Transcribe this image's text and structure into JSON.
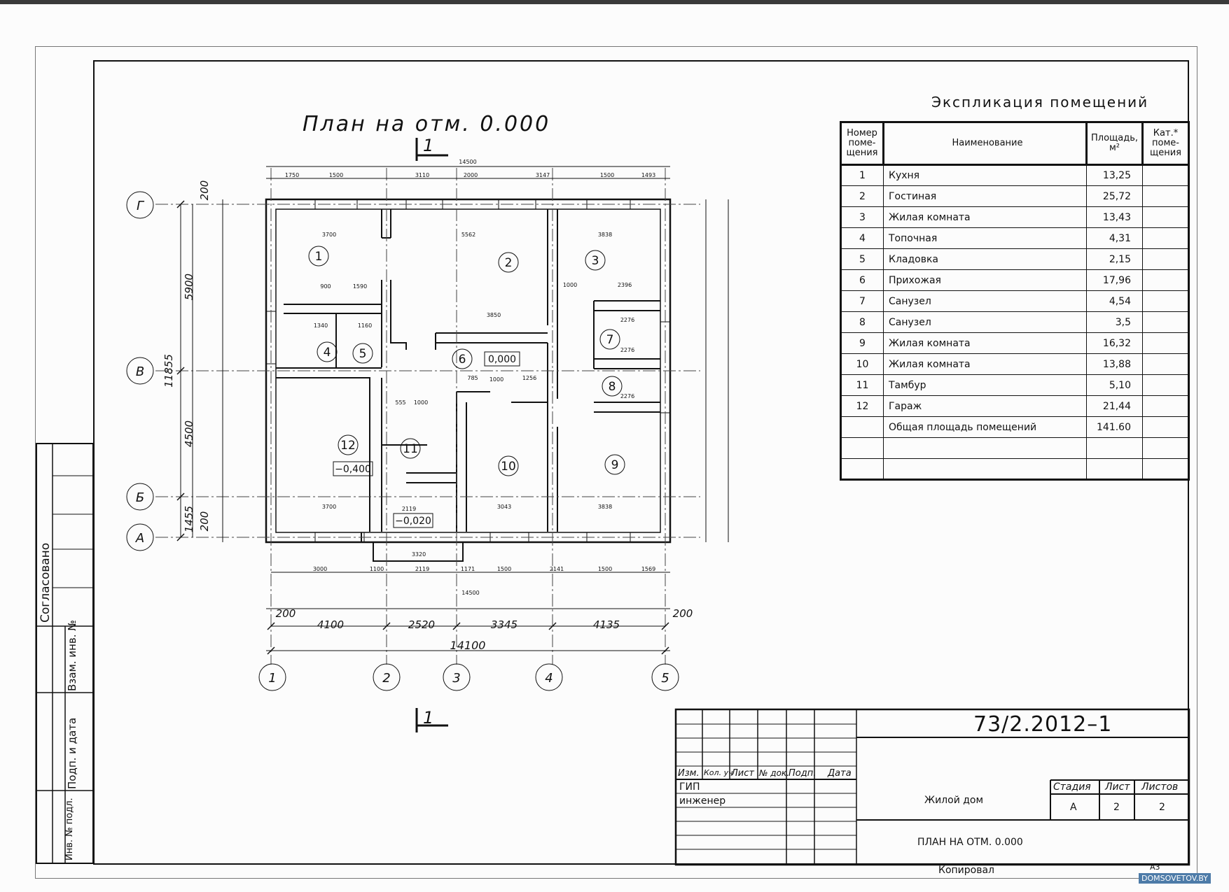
{
  "plan": {
    "title": "План на отм. 0.000",
    "section_mark": "1",
    "overall_dims": {
      "top": "14500",
      "bottom_outer": "14500",
      "axis_total": "14100"
    },
    "axis_spans": {
      "offset_left": "200",
      "a12": "4100",
      "a23": "2520",
      "a34": "3345",
      "a45": "4135",
      "offset_right": "200"
    },
    "vertical_dims": {
      "top_offset": "200",
      "gv": "5900",
      "vb": "4500",
      "ba": "1455",
      "bottom_offset": "200",
      "total": "11855"
    },
    "axes_x": [
      "1",
      "2",
      "3",
      "4",
      "5"
    ],
    "axes_y": [
      "Г",
      "В",
      "Б",
      "А"
    ],
    "level_marks": [
      "0,000",
      "−0,400",
      "−0,020"
    ],
    "top_chain": [
      "1750",
      "1500",
      "3110",
      "2000",
      "3147",
      "1500",
      "1493"
    ],
    "bottom_chain": [
      "3000",
      "1100",
      "2119",
      "1171",
      "1500",
      "2141",
      "1500",
      "1569"
    ],
    "interior_dims": [
      "3700",
      "5562",
      "3838",
      "3850",
      "3700",
      "3043",
      "3838",
      "2396",
      "2276",
      "2276",
      "2276",
      "1000",
      "1000",
      "1590",
      "900",
      "1340",
      "1160",
      "555",
      "1000",
      "3320",
      "2119",
      "785",
      "1256"
    ],
    "rooms": [
      "1",
      "2",
      "3",
      "4",
      "5",
      "6",
      "7",
      "8",
      "9",
      "10",
      "11",
      "12"
    ]
  },
  "explication": {
    "title": "Экспликация помещений",
    "headers": {
      "num": "Номер поме-щения",
      "name": "Наименование",
      "area": "Площадь, м²",
      "cat": "Кат.* поме-щения"
    },
    "rows": [
      {
        "num": "1",
        "name": "Кухня",
        "area": "13,25"
      },
      {
        "num": "2",
        "name": "Гостиная",
        "area": "25,72"
      },
      {
        "num": "3",
        "name": "Жилая комната",
        "area": "13,43"
      },
      {
        "num": "4",
        "name": "Топочная",
        "area": "4,31"
      },
      {
        "num": "5",
        "name": "Кладовка",
        "area": "2,15"
      },
      {
        "num": "6",
        "name": "Прихожая",
        "area": "17,96"
      },
      {
        "num": "7",
        "name": "Санузел",
        "area": "4,54"
      },
      {
        "num": "8",
        "name": "Санузел",
        "area": "3,5"
      },
      {
        "num": "9",
        "name": "Жилая комната",
        "area": "16,32"
      },
      {
        "num": "10",
        "name": "Жилая комната",
        "area": "13,88"
      },
      {
        "num": "11",
        "name": "Тамбур",
        "area": "5,10"
      },
      {
        "num": "12",
        "name": "Гараж",
        "area": "21,44"
      },
      {
        "num": "",
        "name": "Общая площадь помещений",
        "area": "141.60"
      },
      {
        "num": "",
        "name": "",
        "area": ""
      },
      {
        "num": "",
        "name": "",
        "area": ""
      }
    ]
  },
  "side_strip": {
    "agreed": "Согласовано",
    "inv_replace": "Взам. инв. №",
    "sign_date": "Подп. и дата",
    "inv_orig": "Инв. № подл."
  },
  "title_block": {
    "code": "73/2.2012–1",
    "cols": [
      "Изм.",
      "Кол. уч",
      "Лист",
      "№ док.",
      "Подп.",
      "Дата"
    ],
    "roles": [
      "ГИП",
      "инженер"
    ],
    "object": "Жилой дом",
    "sheet_name": "ПЛАН НА ОТМ. 0.000",
    "stage_label": "Стадия",
    "sheet_label": "Лист",
    "sheets_label": "Листов",
    "stage": "А",
    "sheet": "2",
    "sheets": "2"
  },
  "footer": {
    "copied": "Копировал",
    "format": "А3",
    "watermark": "DOMSOVETOV.BY"
  }
}
